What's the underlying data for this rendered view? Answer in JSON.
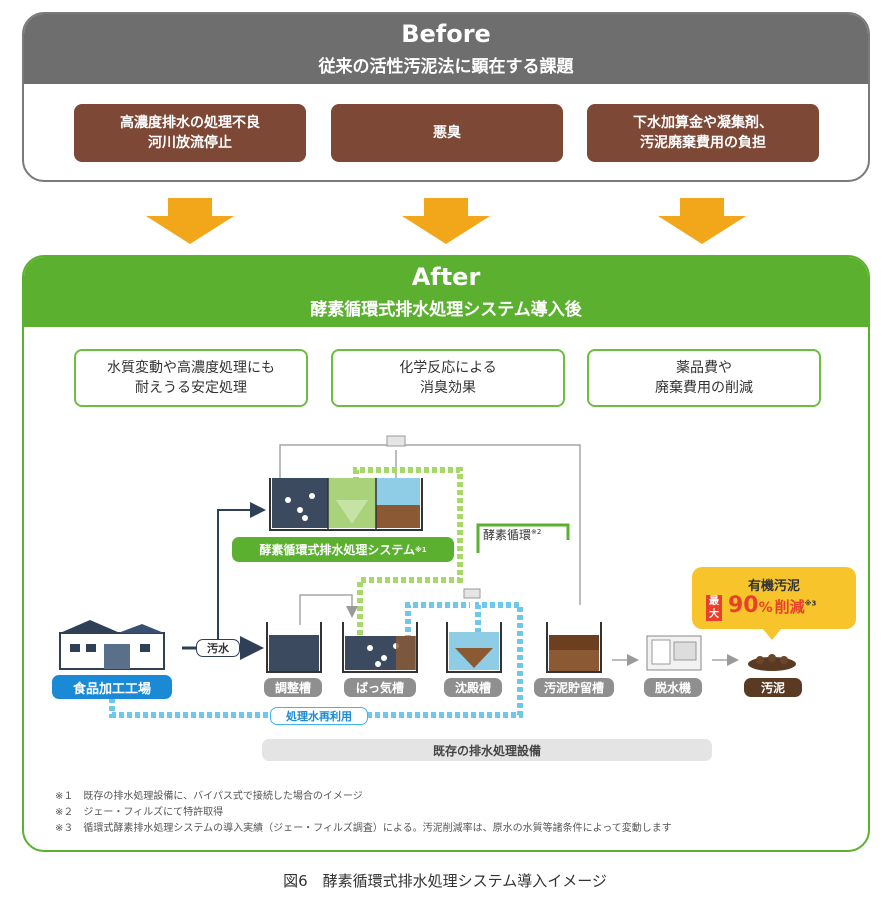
{
  "before": {
    "title": "Before",
    "subtitle": "従来の活性汚泥法に顕在する課題",
    "issues": [
      "高濃度排水の処理不良\n河川放流停止",
      "悪臭",
      "下水加算金や凝集剤、\n汚泥廃棄費用の負担"
    ]
  },
  "after": {
    "title": "After",
    "subtitle": "酵素循環式排水処理システム導入後",
    "benefits": [
      "水質変動や高濃度処理にも\n耐えうる安定処理",
      "化学反応による\n消臭効果",
      "薬品費や\n廃棄費用の削減"
    ]
  },
  "diagram": {
    "system_label": "酵素循環式排水処理システム",
    "system_note": "※1",
    "enzyme_cycle": "酵素循環",
    "enzyme_note": "※2",
    "factory_label": "食品加工工場",
    "wastewater_label": "汚水",
    "tanks": [
      "調整槽",
      "ばっ気槽",
      "沈殿槽",
      "汚泥貯留槽",
      "脱水機"
    ],
    "sludge_label": "汚泥",
    "reuse_label": "処理水再利用",
    "existing_label": "既存の排水処理設備",
    "callout": {
      "title": "有機汚泥",
      "badge_top": "最",
      "badge_bottom": "大",
      "value": "90",
      "unit": "%",
      "text": "削減",
      "note": "※3"
    }
  },
  "notes": [
    "※１　既存の排水処理設備に、バイパス式で接続した場合のイメージ",
    "※２　ジェー・フィルズにて特許取得",
    "※３　循環式酵素排水処理システムの導入実績（ジェー・フィルズ調査）による。汚泥削減率は、原水の水質等諸条件によって変動します"
  ],
  "caption": "図6　酵素循環式排水処理システム導入イメージ",
  "colors": {
    "before_gray": "#6e6e6e",
    "issue_brown": "#7d4836",
    "after_green": "#5bb030",
    "arrow_orange": "#f2a71b",
    "factory_blue": "#1a8ad6",
    "reuse_blue": "#3fb6e5",
    "callout_yellow": "#f7c52b",
    "callout_red": "#e8402a"
  }
}
